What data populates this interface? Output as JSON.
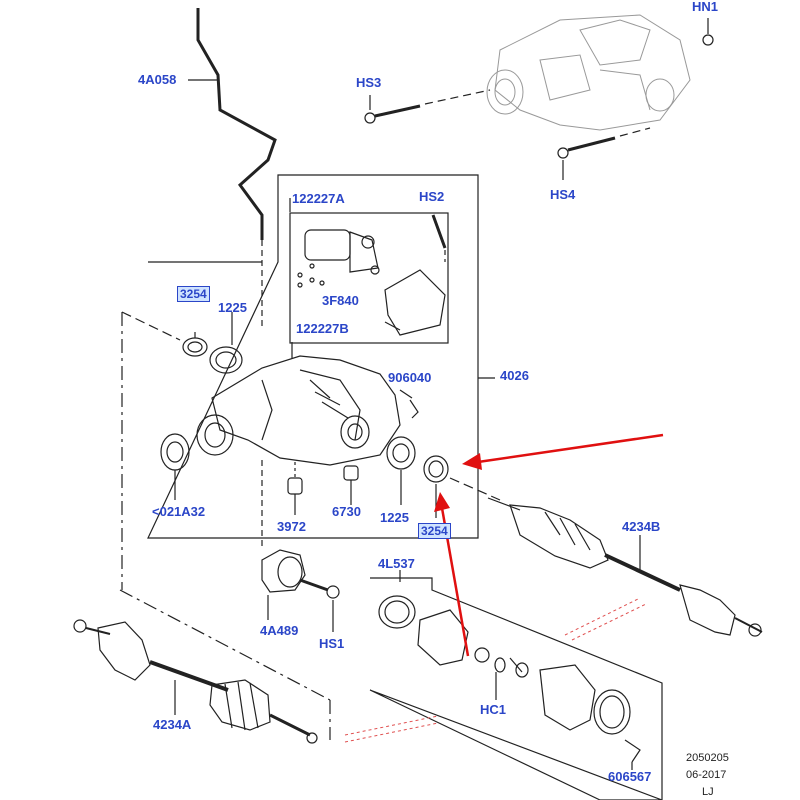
{
  "labels": {
    "hn1": "HN1",
    "hs3": "HS3",
    "hs4": "HS4",
    "hs2": "HS2",
    "hs1": "HS1",
    "hc1": "HC1",
    "p4a058": "4A058",
    "p122227a": "122227A",
    "p122227b": "122227B",
    "p3f840": "3F840",
    "p3254_top": "3254",
    "p3254_bottom": "3254",
    "p1225_top": "1225",
    "p1225_bottom": "1225",
    "p906040": "906040",
    "p4026": "4026",
    "p021a32": "<021A32",
    "p3972": "3972",
    "p6730": "6730",
    "p4234b": "4234B",
    "p4l537": "4L537",
    "p4a489": "4A489",
    "p4234a": "4234A",
    "p606567": "606567"
  },
  "footer": {
    "code": "2050205",
    "date": "06-2017",
    "initials": "LJ"
  },
  "colors": {
    "label": "#2b46c8",
    "arrow": "#e01010",
    "line": "#222222"
  }
}
